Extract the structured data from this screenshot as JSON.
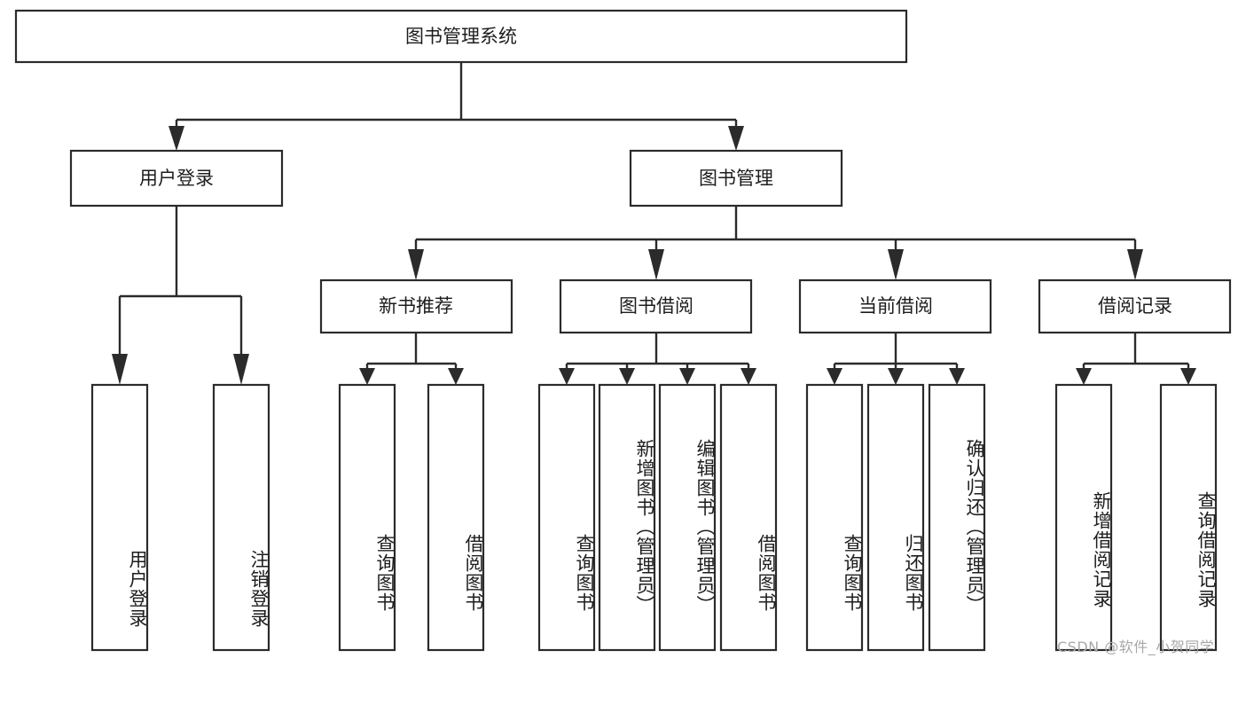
{
  "diagram": {
    "type": "tree-hierarchy-flowchart",
    "title_text": "图书管理系统",
    "root": {
      "id": "root",
      "label": "图书管理系统"
    },
    "level2": [
      {
        "id": "user-login",
        "label": "用户登录"
      },
      {
        "id": "book-manage",
        "label": "图书管理"
      }
    ],
    "level3": [
      {
        "id": "new-book-recommend",
        "label": "新书推荐"
      },
      {
        "id": "book-borrow",
        "label": "图书借阅"
      },
      {
        "id": "current-borrow",
        "label": "当前借阅"
      },
      {
        "id": "borrow-record",
        "label": "借阅记录"
      }
    ],
    "leaves": {
      "user_login": [
        {
          "id": "leaf-user-login",
          "label": "用户登录"
        },
        {
          "id": "leaf-logout-login",
          "label": "注销登录"
        }
      ],
      "new_book_recommend": [
        {
          "id": "leaf-query-book-1",
          "label": "查询图书"
        },
        {
          "id": "leaf-borrow-book-1",
          "label": "借阅图书"
        }
      ],
      "book_borrow": [
        {
          "id": "leaf-query-book-2",
          "label": "查询图书"
        },
        {
          "id": "leaf-add-book",
          "label": "新增图书（管理员）"
        },
        {
          "id": "leaf-edit-book",
          "label": "编辑图书（管理员）"
        },
        {
          "id": "leaf-borrow-book-2",
          "label": "借阅图书"
        }
      ],
      "current_borrow": [
        {
          "id": "leaf-query-book-3",
          "label": "查询图书"
        },
        {
          "id": "leaf-return-book",
          "label": "归还图书"
        },
        {
          "id": "leaf-confirm-return",
          "label": "确认归还（管理员）"
        }
      ],
      "borrow_record": [
        {
          "id": "leaf-add-record",
          "label": "新增借阅记录"
        },
        {
          "id": "leaf-query-record",
          "label": "查询借阅记录"
        }
      ]
    },
    "colors": {
      "box_stroke": "#2b2b2b",
      "box_fill": "#ffffff",
      "text": "#1d1d1d",
      "connector": "#2b2b2b",
      "watermark": "#a8a8a8",
      "background": "#ffffff"
    }
  },
  "watermark": {
    "text": "CSDN @软件_小贺同学"
  }
}
